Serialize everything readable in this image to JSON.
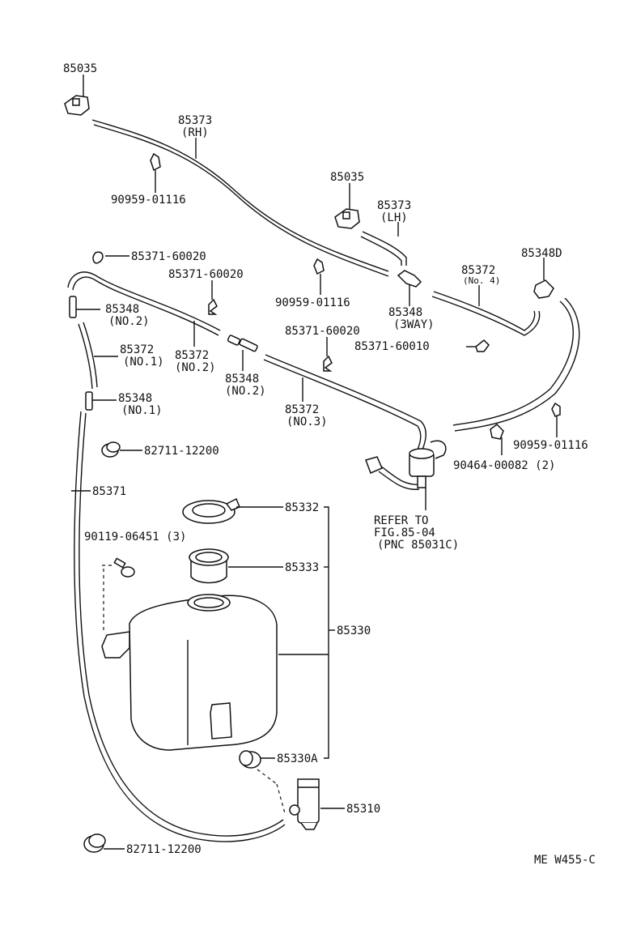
{
  "diagram": {
    "labels": {
      "nozzle_rh": "85035",
      "hose_rh": "85373",
      "hose_rh_side": "(RH)",
      "clip_upper": "90959-01116",
      "nozzle_lh": "85035",
      "hose_lh": "85373",
      "hose_lh_side": "(LH)",
      "clamp_1": "85371-60020",
      "clamp_2": "85371-60020",
      "clip_mid": "90959-01116",
      "hose_no4": "85372",
      "hose_no4_sub": "(No. 4)",
      "elbow": "85348D",
      "joint_3way": "85348",
      "joint_3way_sub": "(3WAY)",
      "joint_no2_left": "85348",
      "joint_no2_left_sub": "(NO.2)",
      "clamp_3": "85371-60020",
      "clamp_4": "85371-60010",
      "hose_no1": "85372",
      "hose_no1_sub": "(NO.1)",
      "hose_no2": "85372",
      "hose_no2_sub": "(NO.2)",
      "joint_no2_mid": "85348",
      "joint_no2_mid_sub": "(NO.2)",
      "joint_no1": "85348",
      "joint_no1_sub": "(NO.1)",
      "hose_no3": "85372",
      "hose_no3_sub": "(NO.3)",
      "clip_right": "90959-01116",
      "clip_bolt": "90464-00082 (2)",
      "clamp_upper_left": "82711-12200",
      "hose_long": "85371",
      "refer_1": "REFER TO",
      "refer_2": "FIG.85-04",
      "refer_3": "(PNC 85031C)",
      "cap": "85332",
      "inlet": "85333",
      "bolt": "90119-06451 (3)",
      "tank_assy": "85330",
      "grommet": "85330A",
      "pump": "85310",
      "clamp_lower": "82711-12200",
      "code": "ME  W455-C"
    }
  }
}
